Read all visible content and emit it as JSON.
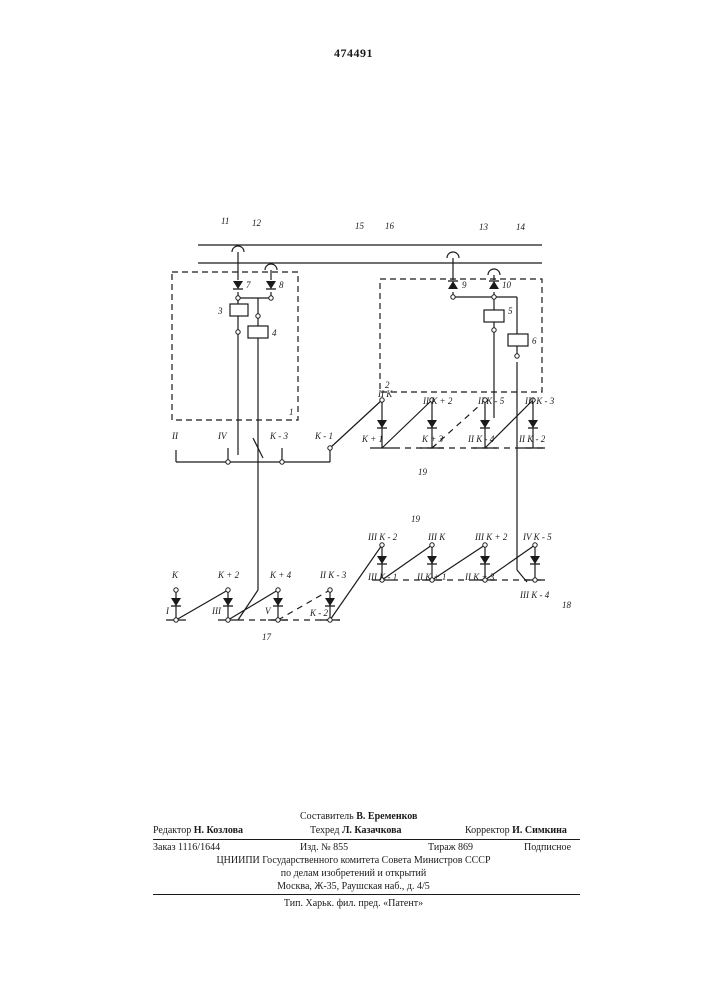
{
  "patent_number": "474491",
  "diagram": {
    "refs": {
      "r1": "1",
      "r2": "2",
      "r3": "3",
      "r4": "4",
      "r5": "5",
      "r6": "6",
      "r7": "7",
      "r8": "8",
      "r9": "9",
      "r10": "10",
      "r11": "11",
      "r12": "12",
      "r13": "13",
      "r14": "14",
      "r15": "15",
      "r16": "16",
      "r17": "17",
      "r18": "18",
      "r19a": "19",
      "r19b": "19"
    },
    "row1": [
      "II",
      "IV",
      "K - 3",
      "K - 1",
      "II K",
      "II K + 2",
      "II K - 5",
      "III K - 3"
    ],
    "row1_sub": [
      "K + 1",
      "K + 3",
      "II K - 4",
      "II K - 2"
    ],
    "row2": [
      "K",
      "K + 2",
      "K + 4",
      "II K - 3",
      "III K - 2",
      "III K",
      "III K + 2",
      "IV K - 5"
    ],
    "row2_sub": [
      "I",
      "III",
      "V",
      "K - 2",
      "III K - 1",
      "II K + 1",
      "II K + 3",
      "III K - 4"
    ]
  },
  "footer": {
    "composer_label": "Составитель",
    "composer_name": "В. Еременков",
    "editor_label": "Редактор",
    "editor_name": "Н. Козлова",
    "techred_label": "Техред",
    "techred_name": "Л. Казачкова",
    "corrector_label": "Корректор",
    "corrector_name": "И. Симкина",
    "order": "Заказ 1116/1644",
    "edition": "Изд. № 855",
    "circulation": "Тираж 869",
    "subscription": "Подписное",
    "org_line1": "ЦНИИПИ Государственного комитета Совета Министров СССР",
    "org_line2": "по делам изобретений и открытий",
    "address": "Москва, Ж-35, Раушская наб., д. 4/5",
    "printer": "Тип. Харьк. фил. пред. «Патент»"
  }
}
